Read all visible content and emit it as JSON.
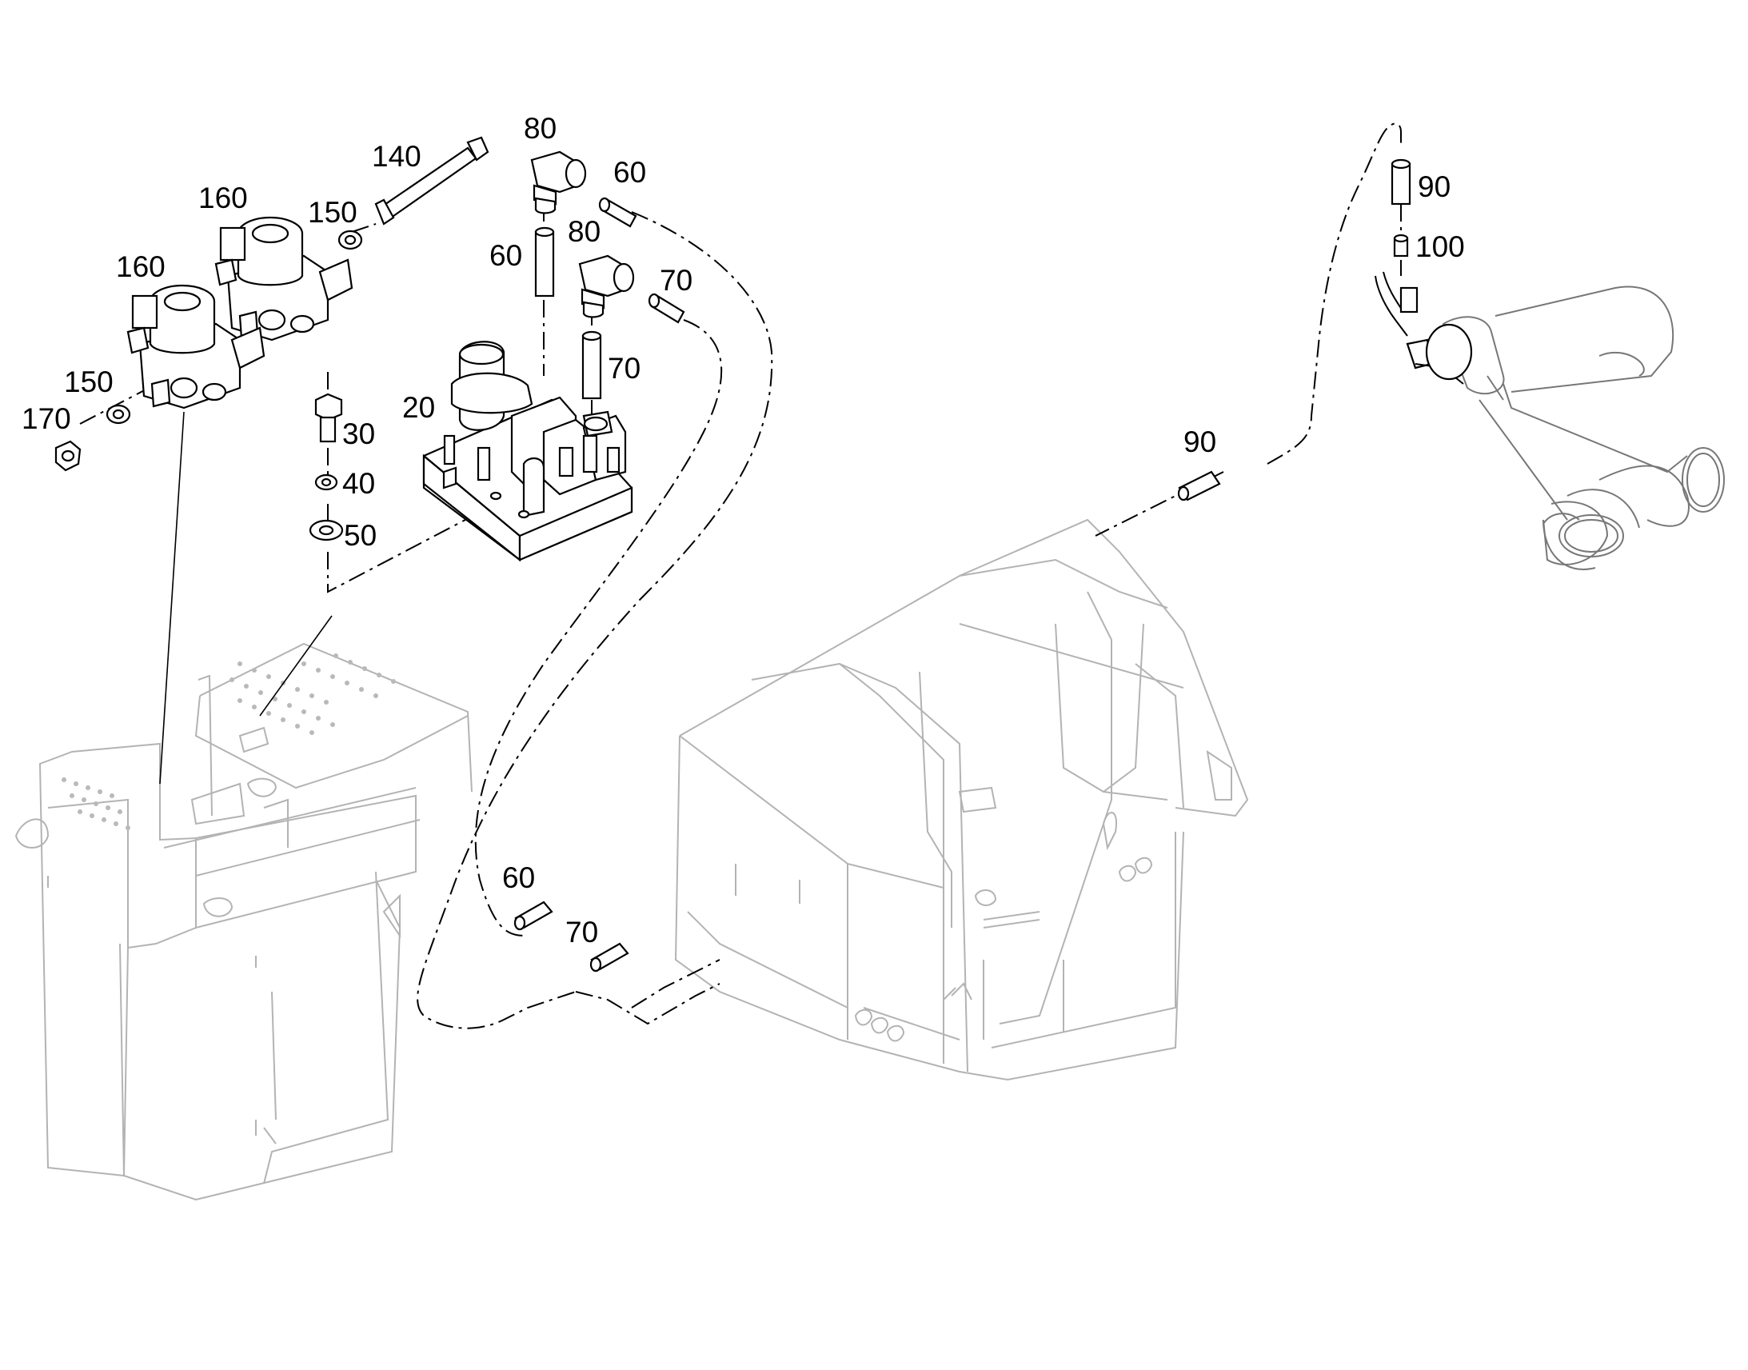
{
  "callouts": [
    {
      "id": "c140",
      "text": "140"
    },
    {
      "id": "c160a",
      "text": "160"
    },
    {
      "id": "c150a",
      "text": "150"
    },
    {
      "id": "c160b",
      "text": "160"
    },
    {
      "id": "c150b",
      "text": "150"
    },
    {
      "id": "c170",
      "text": "170"
    },
    {
      "id": "c80a",
      "text": "80"
    },
    {
      "id": "c60a",
      "text": "60"
    },
    {
      "id": "c60b",
      "text": "60"
    },
    {
      "id": "c80b",
      "text": "80"
    },
    {
      "id": "c70a",
      "text": "70"
    },
    {
      "id": "c70b",
      "text": "70"
    },
    {
      "id": "c20",
      "text": "20"
    },
    {
      "id": "c30",
      "text": "30"
    },
    {
      "id": "c40",
      "text": "40"
    },
    {
      "id": "c50",
      "text": "50"
    },
    {
      "id": "c90a",
      "text": "90"
    },
    {
      "id": "c100",
      "text": "100"
    },
    {
      "id": "c90b",
      "text": "90"
    },
    {
      "id": "c60c",
      "text": "60"
    },
    {
      "id": "c70c",
      "text": "70"
    }
  ],
  "colors": {
    "ink": "#000000",
    "ghost": "#b3b3b3",
    "background": "#ffffff"
  }
}
